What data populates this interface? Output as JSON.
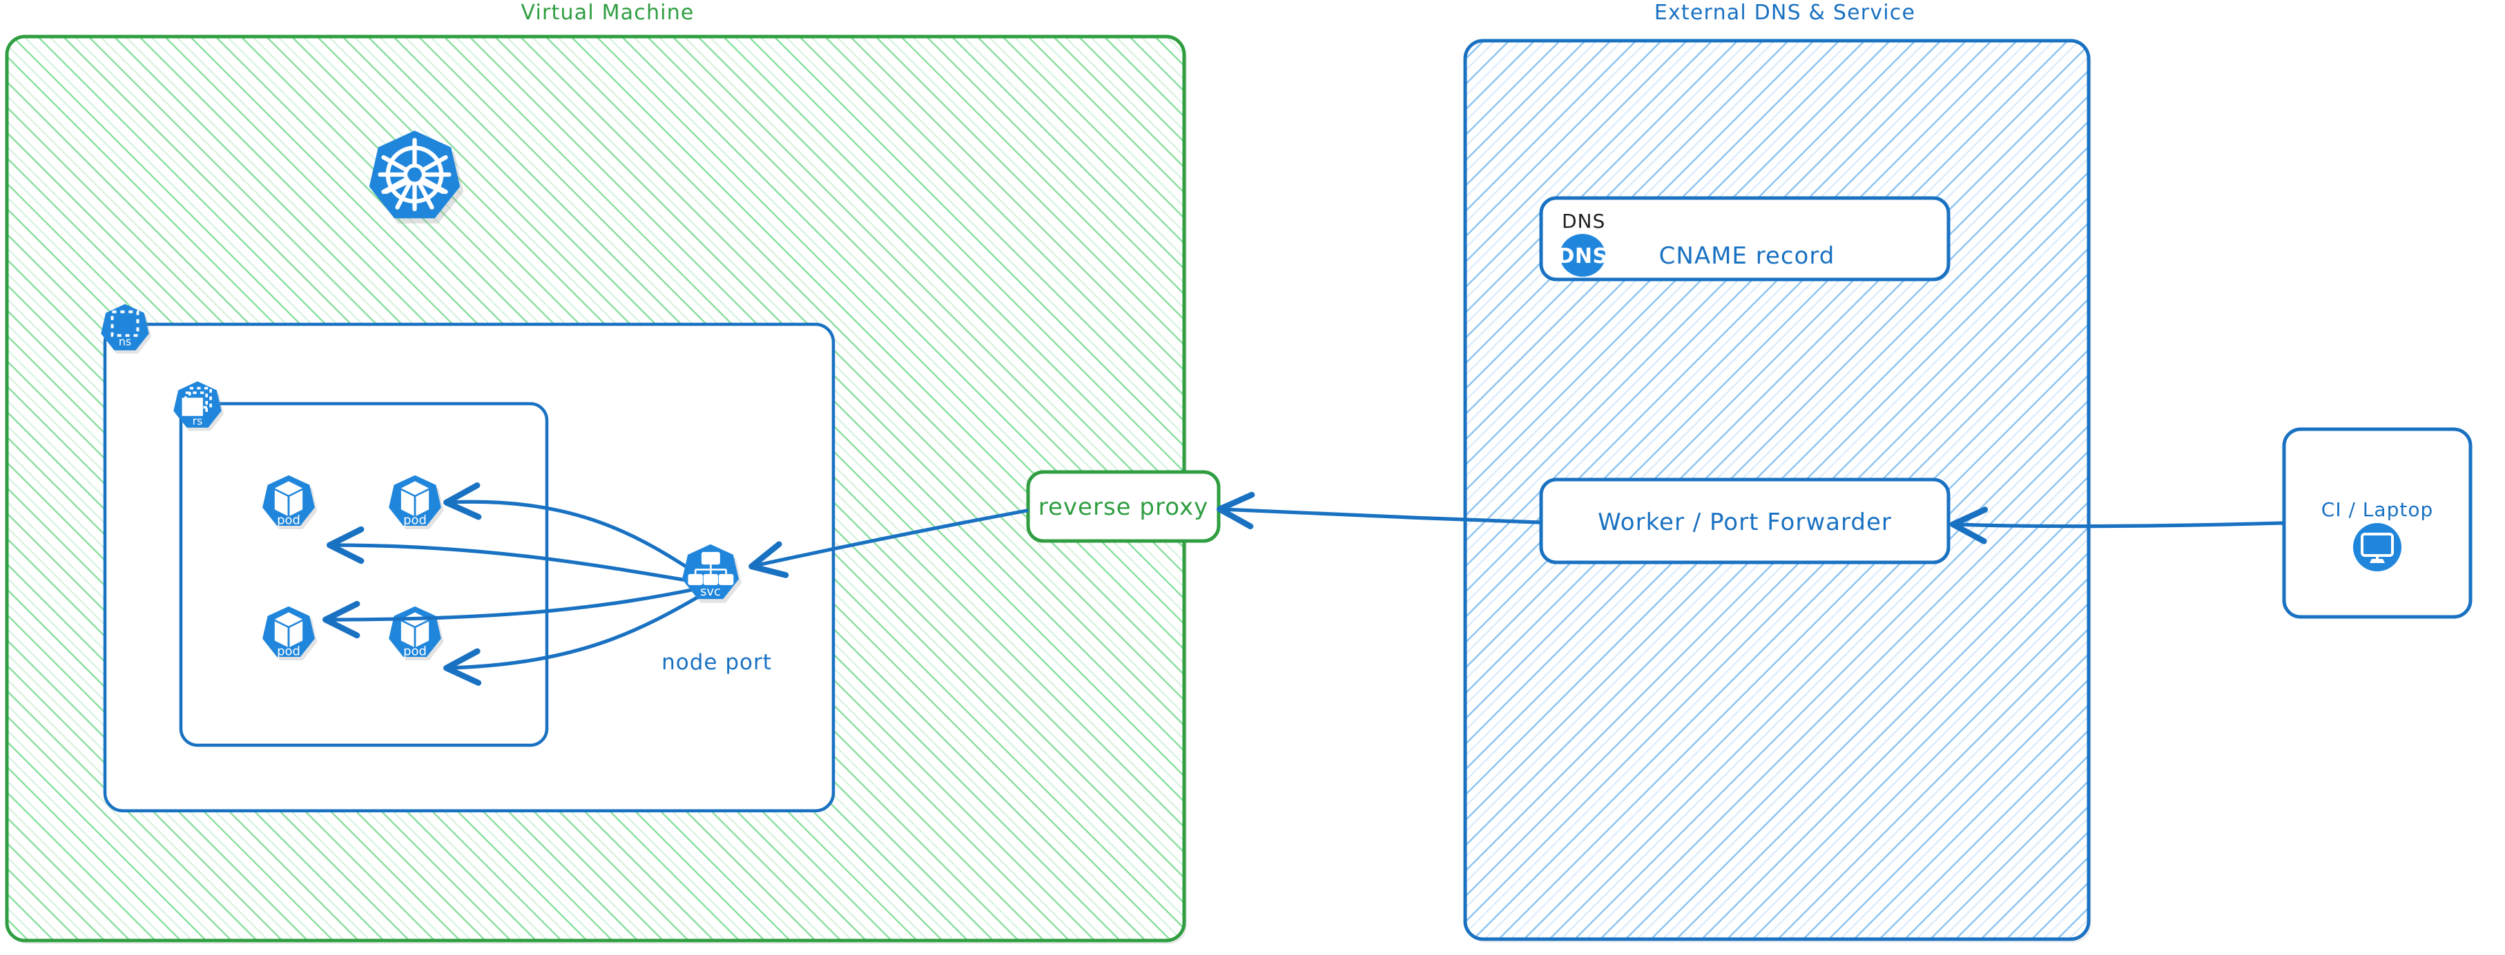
{
  "diagram": {
    "title_not_rendered": "",
    "colors": {
      "green_stroke": "#2f9e41",
      "green_hatch": "#8ce0a0",
      "blue_stroke": "#1971c2",
      "blue_hatch": "#8ec5f2",
      "k8s_blue": "#2086dc",
      "white": "#ffffff",
      "black": "#1e1e1e",
      "shadow": "#b0b0b0"
    },
    "panels": [
      {
        "id": "virtual-machine",
        "title": "Virtual Machine",
        "title_color": "#2f9e41",
        "stroke": "#2f9e41",
        "hatch": "#8ce0a0"
      },
      {
        "id": "external-dns-service",
        "title": "External DNS & Service",
        "title_color": "#1971c2",
        "stroke": "#1971c2",
        "hatch": "#8ec5f2"
      }
    ],
    "vm": {
      "kubernetes_logo": {
        "name": "kubernetes-logo",
        "label": ""
      },
      "namespace_badge": {
        "label": "ns",
        "icon": "dashed-square-icon"
      },
      "replicaset_badge": {
        "label": "rs",
        "icon": "stacked-rects-icon"
      },
      "pods": [
        {
          "label": "pod",
          "icon": "cube-icon"
        },
        {
          "label": "pod",
          "icon": "cube-icon"
        },
        {
          "label": "pod",
          "icon": "cube-icon"
        },
        {
          "label": "pod",
          "icon": "cube-icon"
        }
      ],
      "service": {
        "label": "svc",
        "icon": "hierarchy-icon",
        "caption": "node port"
      },
      "reverse_proxy": {
        "label": "reverse proxy"
      }
    },
    "external": {
      "dns_card": {
        "header": "DNS",
        "badge_text": "DNS",
        "label": "CNAME record"
      },
      "worker_card": {
        "label": "Worker / Port Forwarder"
      }
    },
    "client": {
      "card": {
        "label": "CI / Laptop",
        "icon": "desktop-monitor-icon"
      }
    },
    "connections": [
      {
        "from": "svc",
        "to": "pod-1",
        "arrow": "to"
      },
      {
        "from": "svc",
        "to": "pod-2",
        "arrow": "to"
      },
      {
        "from": "svc",
        "to": "pod-3",
        "arrow": "to"
      },
      {
        "from": "svc",
        "to": "pod-4",
        "arrow": "to"
      },
      {
        "from": "reverse-proxy",
        "to": "svc",
        "arrow": "to"
      },
      {
        "from": "worker-port-forwarder",
        "to": "reverse-proxy",
        "arrow": "to"
      },
      {
        "from": "ci-laptop",
        "to": "worker-port-forwarder",
        "arrow": "to"
      }
    ]
  }
}
